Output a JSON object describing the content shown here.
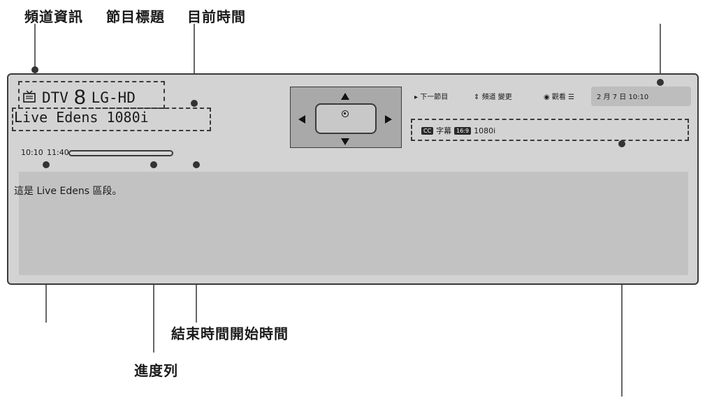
{
  "callouts": {
    "channel_info": "頻道資訊",
    "program_title": "節目標題",
    "current_time": "目前時間",
    "end_start_time": "結束時間開始時間",
    "progress_bar": "進度列"
  },
  "banner": {
    "channel": {
      "icon": "tv-icon",
      "type": "DTV",
      "number": "8",
      "name": "LG-HD"
    },
    "program_title": "Live Edens 1080i",
    "start_time": "10:10",
    "end_time": "11:40",
    "progress": 0.0,
    "description": "這是 Live Edens 區段。",
    "menu": {
      "next_program": "下一節目",
      "channel_change": "頻道 變更",
      "watch": "觀看",
      "menu_glyph": "☰"
    },
    "date_time": "2 月 7 日 10:10",
    "info": {
      "cc_badge": "CC",
      "subtitle": "字幕",
      "aspect_badge": "16:9",
      "resolution": "1080i"
    }
  },
  "colors": {
    "panel": "#d3d3d3",
    "desc_area": "#c2c2c2",
    "nav_box": "#a9a9a9",
    "border": "#3a3a3a"
  }
}
